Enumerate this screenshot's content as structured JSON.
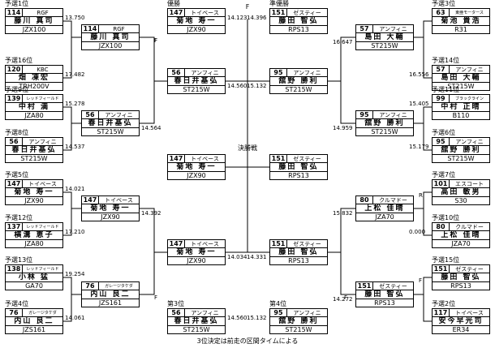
{
  "page": {
    "final_mark": "F",
    "final_round_label": "決勝戦",
    "footnote": "3位決定は前走の区間タイムによる"
  },
  "boxes": {
    "L1_top": {
      "seed": "予選1位",
      "num": "114",
      "team": "RGF",
      "driver": "藤川 真司",
      "car": "JZX100",
      "time": "13.750"
    },
    "L1_bot": {
      "seed": "予選16位",
      "num": "120",
      "team": "KBC",
      "driver": "畑 凍宏",
      "car": "TRH200V",
      "time": "17.482"
    },
    "L2_top": {
      "seed": "予選9位",
      "num": "139",
      "team": "レッドフィールド",
      "driver": "中村 満",
      "car": "JZA80",
      "time": "15.278"
    },
    "L2_bot": {
      "seed": "予選8位",
      "num": "56",
      "team": "アンフィニ",
      "driver": "春日井基弘",
      "car": "ST215W",
      "time": "14.537"
    },
    "L3_top": {
      "seed": "予選5位",
      "num": "147",
      "team": "トイベース",
      "driver": "菊地 寿一",
      "car": "JZX90",
      "time": "14.021"
    },
    "L3_bot": {
      "seed": "予選12位",
      "num": "137",
      "team": "レッドフィールド",
      "driver": "横溝 恵子",
      "car": "JZA80",
      "time": "17.210"
    },
    "L4_top": {
      "seed": "予選13位",
      "num": "138",
      "team": "レッドフィールド",
      "driver": "小林 猛",
      "car": "GA70",
      "time": "19.254"
    },
    "L4_bot": {
      "seed": "予選4位",
      "num": "76",
      "team": "ガレージタケダ",
      "driver": "内山 良二",
      "car": "JZS161",
      "time": "14.061"
    },
    "R1_top": {
      "seed": "予選3位",
      "num": "63",
      "team": "東亜モータース",
      "driver": "菊池 貴浩",
      "car": "R31",
      "time": ""
    },
    "R1_bot": {
      "seed": "予選14位",
      "num": "57",
      "team": "アンフィニ",
      "driver": "島田 大輔",
      "car": "ST215W",
      "time": "16.556"
    },
    "R2_top": {
      "seed": "予選11位",
      "num": "99",
      "team": "ブラックライン",
      "driver": "中村 正晴",
      "car": "B110",
      "time": "15.405"
    },
    "R2_bot": {
      "seed": "予選6位",
      "num": "95",
      "team": "アンフィニ",
      "driver": "舘野 勝利",
      "car": "ST215W",
      "time": "15.179"
    },
    "R3_top": {
      "seed": "予選7位",
      "num": "101",
      "team": "エスコート",
      "driver": "高田 敏男",
      "car": "S30",
      "time": ""
    },
    "R3_bot": {
      "seed": "予選10位",
      "num": "80",
      "team": "クルマドー",
      "driver": "上松 佳晴",
      "car": "JZA70",
      "time": "0.000"
    },
    "R4_top": {
      "seed": "予選15位",
      "num": "151",
      "team": "ゼスティー",
      "driver": "藤田 智弘",
      "car": "RPS13",
      "time": ""
    },
    "R4_bot": {
      "seed": "予選2位",
      "num": "117",
      "team": "トイベース",
      "driver": "安今早光司",
      "car": "ER34",
      "time": ""
    },
    "L_r2_1": {
      "num": "114",
      "team": "RGF",
      "driver": "藤川 真司",
      "car": "JZX100",
      "time": ""
    },
    "L_r2_2": {
      "num": "56",
      "team": "アンフィニ",
      "driver": "春日井基弘",
      "car": "ST215W",
      "time": "14.564"
    },
    "L_r2_3": {
      "num": "147",
      "team": "トイベース",
      "driver": "菊地 寿一",
      "car": "JZX90",
      "time": "14.392"
    },
    "L_r2_4": {
      "num": "76",
      "team": "ガレージタケダ",
      "driver": "内山 良二",
      "car": "JZS161",
      "time": ""
    },
    "R_r2_1": {
      "num": "57",
      "team": "アンフィニ",
      "driver": "島田 大輔",
      "car": "ST215W",
      "time": "16.647"
    },
    "R_r2_2": {
      "num": "95",
      "team": "アンフィニ",
      "driver": "舘野 勝利",
      "car": "ST215W",
      "time": "14.959"
    },
    "R_r2_3": {
      "num": "80",
      "team": "クルマドー",
      "driver": "上松 佳晴",
      "car": "JZA70",
      "time": "15.832"
    },
    "R_r2_4": {
      "num": "151",
      "team": "ゼスティー",
      "driver": "藤田 智弘",
      "car": "RPS13",
      "time": "14.272"
    },
    "L_sf_1": {
      "num": "56",
      "team": "アンフィニ",
      "driver": "春日井基弘",
      "car": "ST215W",
      "time": "14.560"
    },
    "L_sf_2": {
      "num": "147",
      "team": "トイベース",
      "driver": "菊地 寿一",
      "car": "JZX90",
      "time": "14.034"
    },
    "R_sf_1": {
      "num": "95",
      "team": "アンフィニ",
      "driver": "舘野 勝利",
      "car": "ST215W",
      "time": "15.132"
    },
    "R_sf_2": {
      "num": "151",
      "team": "ゼスティー",
      "driver": "藤田 智弘",
      "car": "RPS13",
      "time": "14.331"
    },
    "F_left": {
      "num": "147",
      "team": "トイベース",
      "driver": "菊地 寿一",
      "car": "JZX90",
      "time": ""
    },
    "F_right": {
      "num": "151",
      "team": "ゼスティー",
      "driver": "藤田 智弘",
      "car": "RPS13",
      "time": ""
    },
    "winner": {
      "seed": "優勝",
      "num": "147",
      "team": "トイベース",
      "driver": "菊地 寿一",
      "car": "JZX90",
      "time": "14.123"
    },
    "runnerup": {
      "seed": "準優勝",
      "num": "151",
      "team": "ゼスティー",
      "driver": "藤田 智弘",
      "car": "RPS13",
      "time": "14.396"
    },
    "third": {
      "seed": "第3位",
      "num": "56",
      "team": "アンフィニ",
      "driver": "春日井基弘",
      "car": "ST215W",
      "time": "14.560"
    },
    "fourth": {
      "seed": "第4位",
      "num": "95",
      "team": "アンフィニ",
      "driver": "舘野 勝利",
      "car": "ST215W",
      "time": "15.132"
    }
  },
  "flags": {
    "L_r1_1_F": "F",
    "L_r2_1_F": "F",
    "L_r2_4_F": "F",
    "R_r1_3_R": "R",
    "R_r1_4_F": "F",
    "R_r2_4_F": "F"
  }
}
